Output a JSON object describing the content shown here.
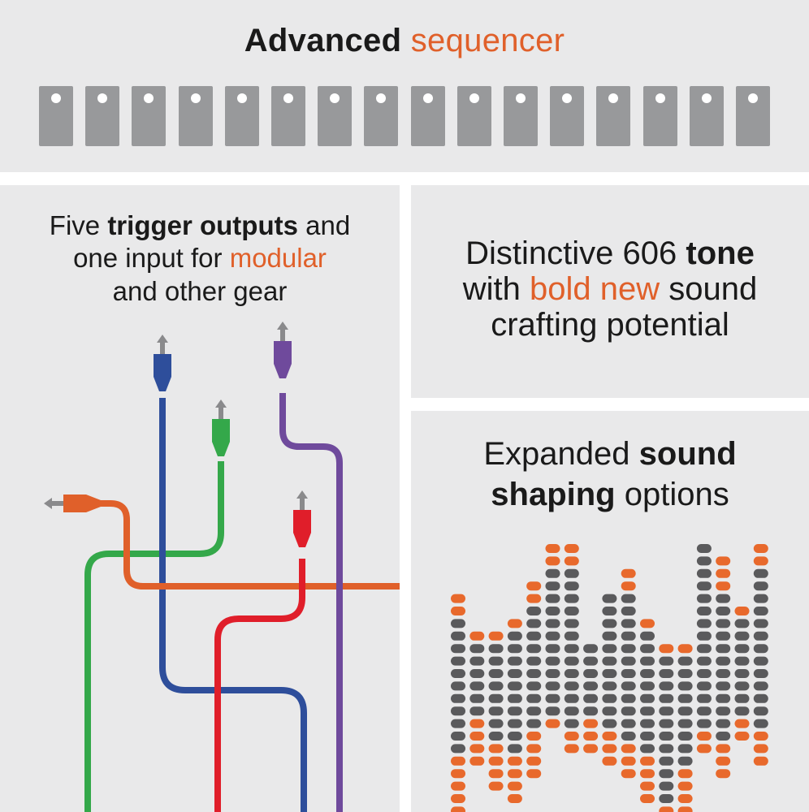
{
  "sequencer": {
    "title_bold": "Advanced",
    "title_accent": "sequencer",
    "step_count": 16
  },
  "triggers": {
    "line1_pre": "Five ",
    "line1_bold": "trigger outputs",
    "line1_post": " and",
    "line2_pre": "one input for ",
    "line2_accent": "modular",
    "line3": "and other gear",
    "cable_colors": [
      "#2e4e9b",
      "#34a84a",
      "#e0602a",
      "#e01e2a",
      "#6f4a9c"
    ]
  },
  "tone": {
    "line1_pre": "Distinctive 606 ",
    "line1_bold": "tone",
    "line2_pre": "with ",
    "line2_accent": "bold new",
    "line2_post": " sound",
    "line3": "crafting potential"
  },
  "shaping": {
    "line1_pre": "Expanded ",
    "line1_bold": "sound",
    "line2_bold": "shaping",
    "line2_post": " options",
    "colors": {
      "orange": "#e8692c",
      "gray": "#5a5a5c"
    }
  }
}
